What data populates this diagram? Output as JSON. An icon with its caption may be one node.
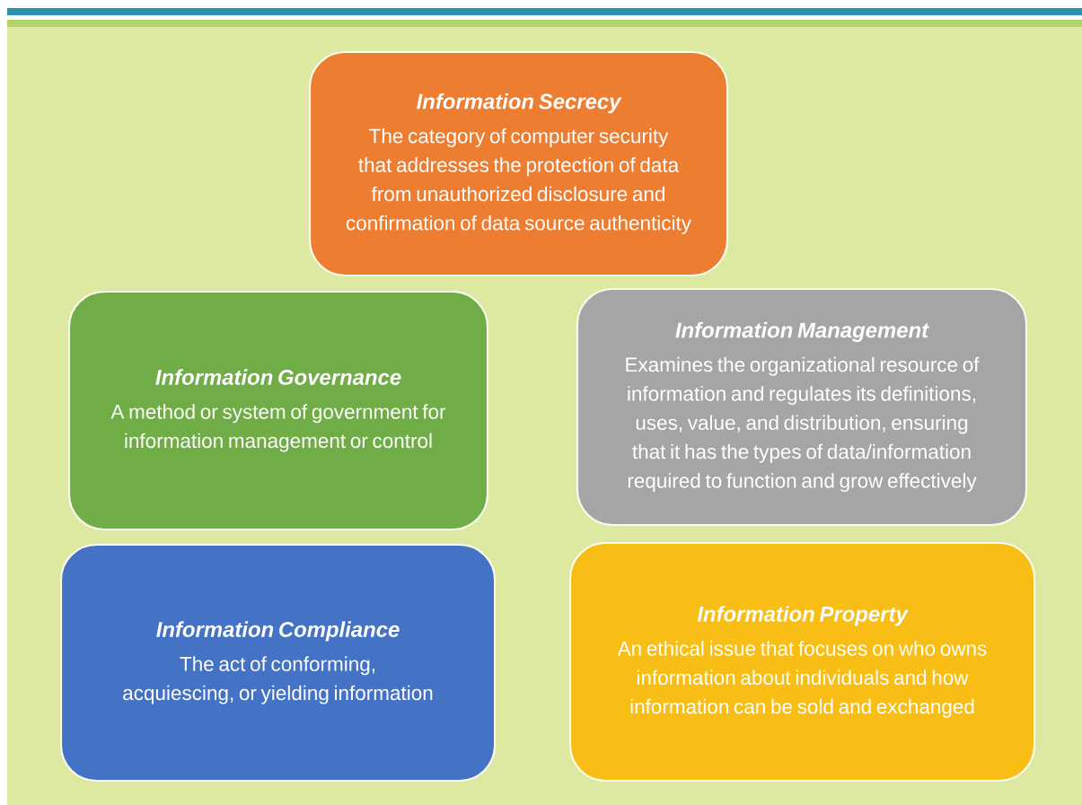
{
  "diagram": {
    "nodes": [
      {
        "text": [
          "Information Secrecy",
          "The category of computer security that addresses the protection of data from unauthorized disclosure and confirmation of data source authenticity"
        ]
      },
      {
        "text": [
          "Information Governance",
          "A method or system of government for information management or control"
        ]
      },
      {
        "text": [
          "Information Management",
          "Examines the organizational resource of information and regulates its definitions, uses, value, and distribution, ensuring that it has the types of data/information required to function and grow effectively"
        ]
      },
      {
        "text": [
          "Information Compliance",
          "The act of conforming, acquiescing, or yielding information"
        ]
      },
      {
        "text": [
          "Information Property",
          "An ethical issue that focuses on who owns information about individuals and how information can be sold and exchanged"
        ]
      }
    ]
  }
}
